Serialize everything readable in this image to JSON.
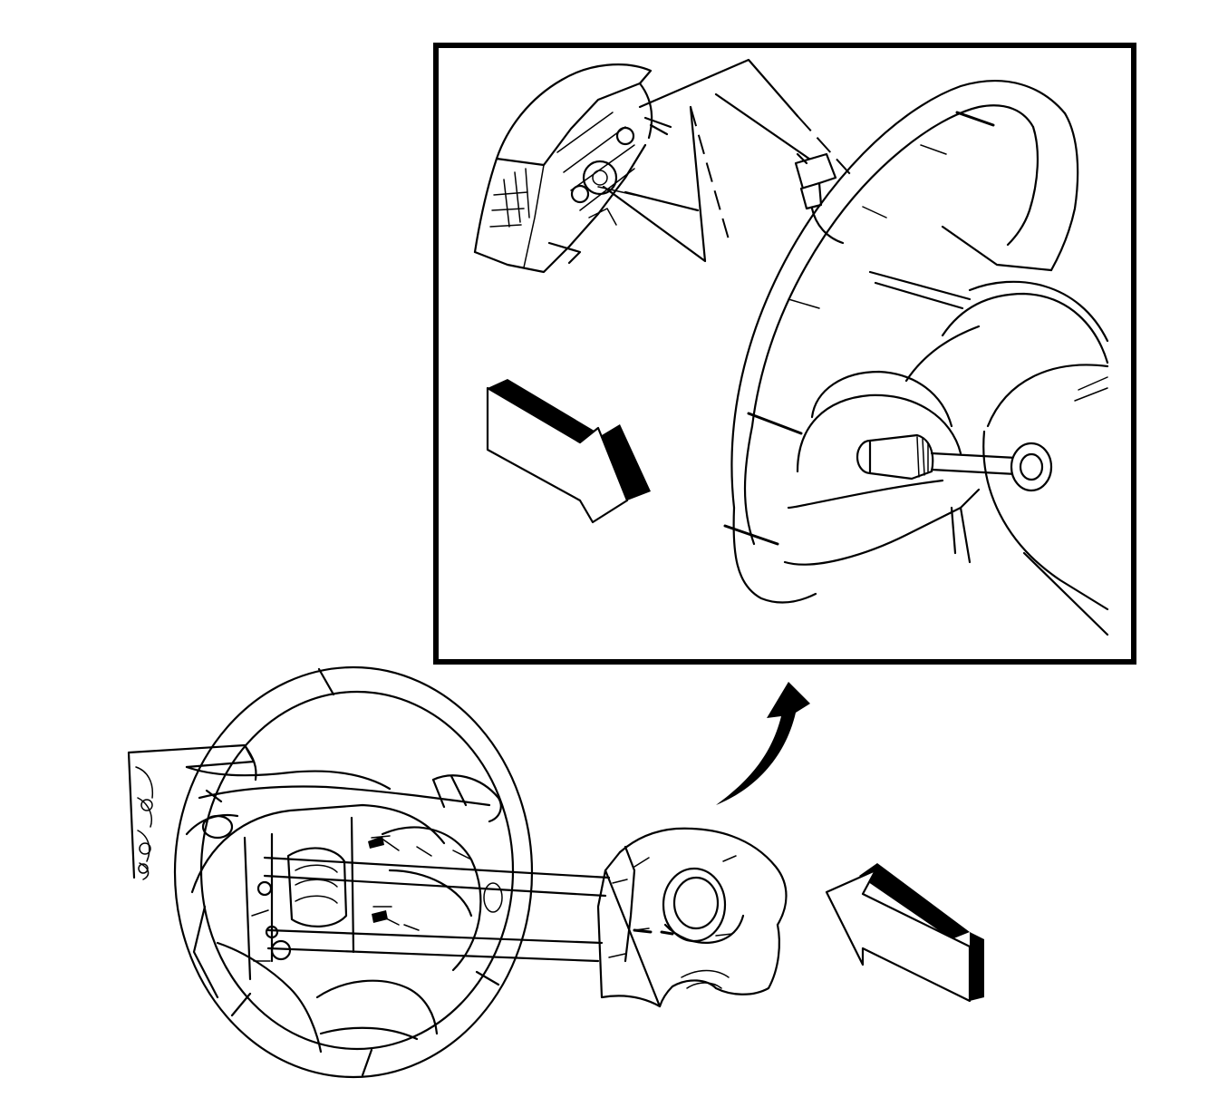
{
  "figure": {
    "type": "service-procedure illustration",
    "line_color": "#000000",
    "background_color": "#ffffff",
    "elements": [
      "steering-wheel",
      "airbag-module",
      "retaining-fasteners",
      "wiring-connector",
      "direction-arrows",
      "detail-inset"
    ]
  }
}
